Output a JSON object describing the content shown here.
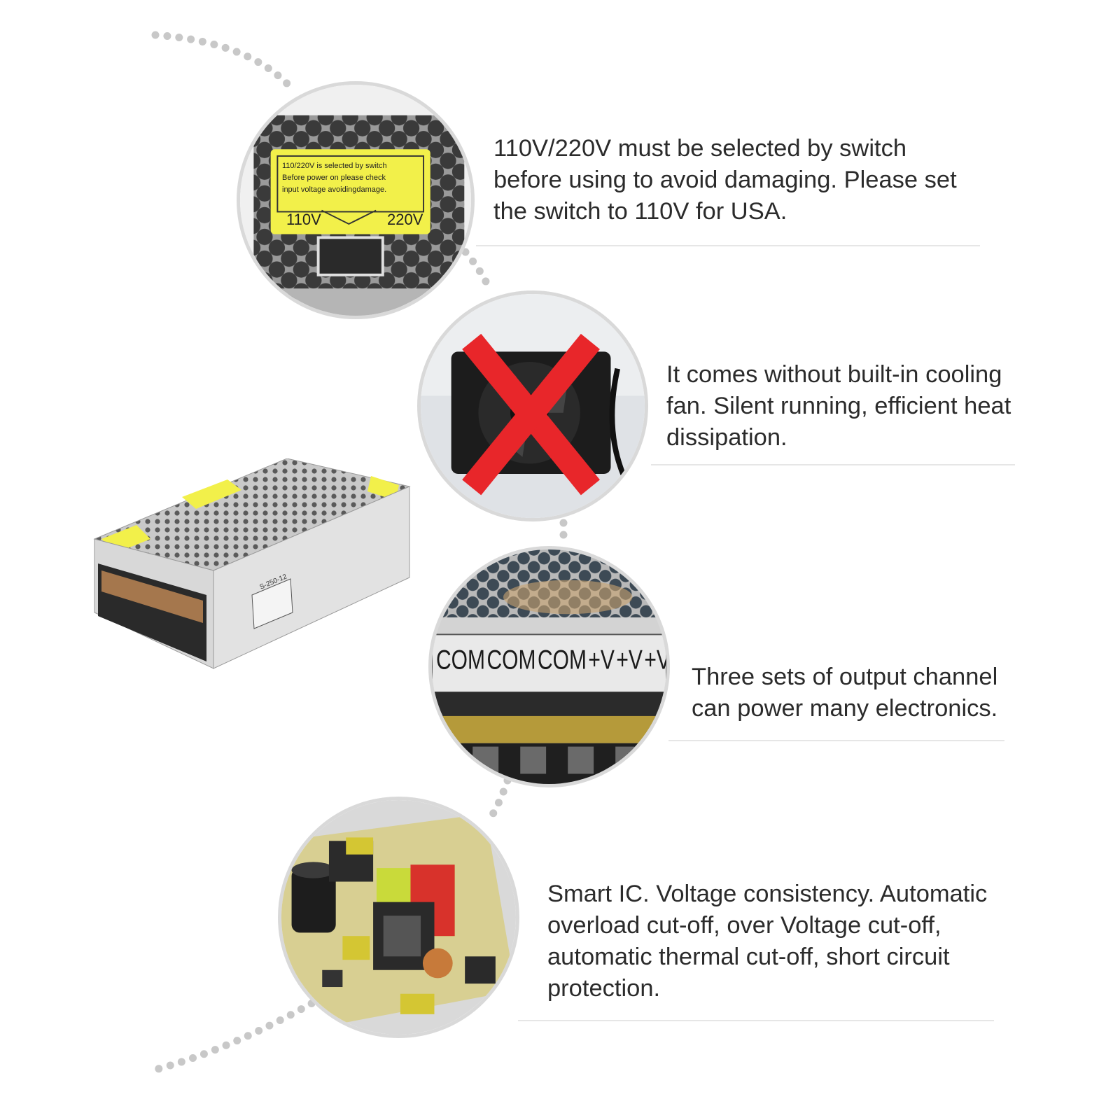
{
  "features": [
    {
      "text": "110V/220V must be selected by switch\nbefore using to avoid damaging. Please set\nthe switch to 110V for USA.",
      "label_lines": [
        "110/220V  is selected by switch",
        "Before power on please check",
        "input voltage avoidingdamage."
      ],
      "label_left": "110V",
      "label_right": "220V"
    },
    {
      "text": "It comes without built-in cooling\nfan. Silent running, efficient heat\ndissipation."
    },
    {
      "text": "Three sets of output channel\ncan power many electronics.",
      "terminals": [
        "COM",
        "COM",
        "COM",
        "+V",
        "+V",
        "+V"
      ]
    },
    {
      "text": "Smart IC. Voltage consistency. Automatic\noverload cut-off, over Voltage cut-off,\nautomatic thermal cut-off, short circuit\nprotection."
    }
  ],
  "product": {
    "model_label": "S-250-12"
  },
  "colors": {
    "label_yellow": "#f2f04a",
    "cross_red": "#e8262a",
    "text": "#2b2b2b",
    "dots": "#c8c8c8"
  }
}
